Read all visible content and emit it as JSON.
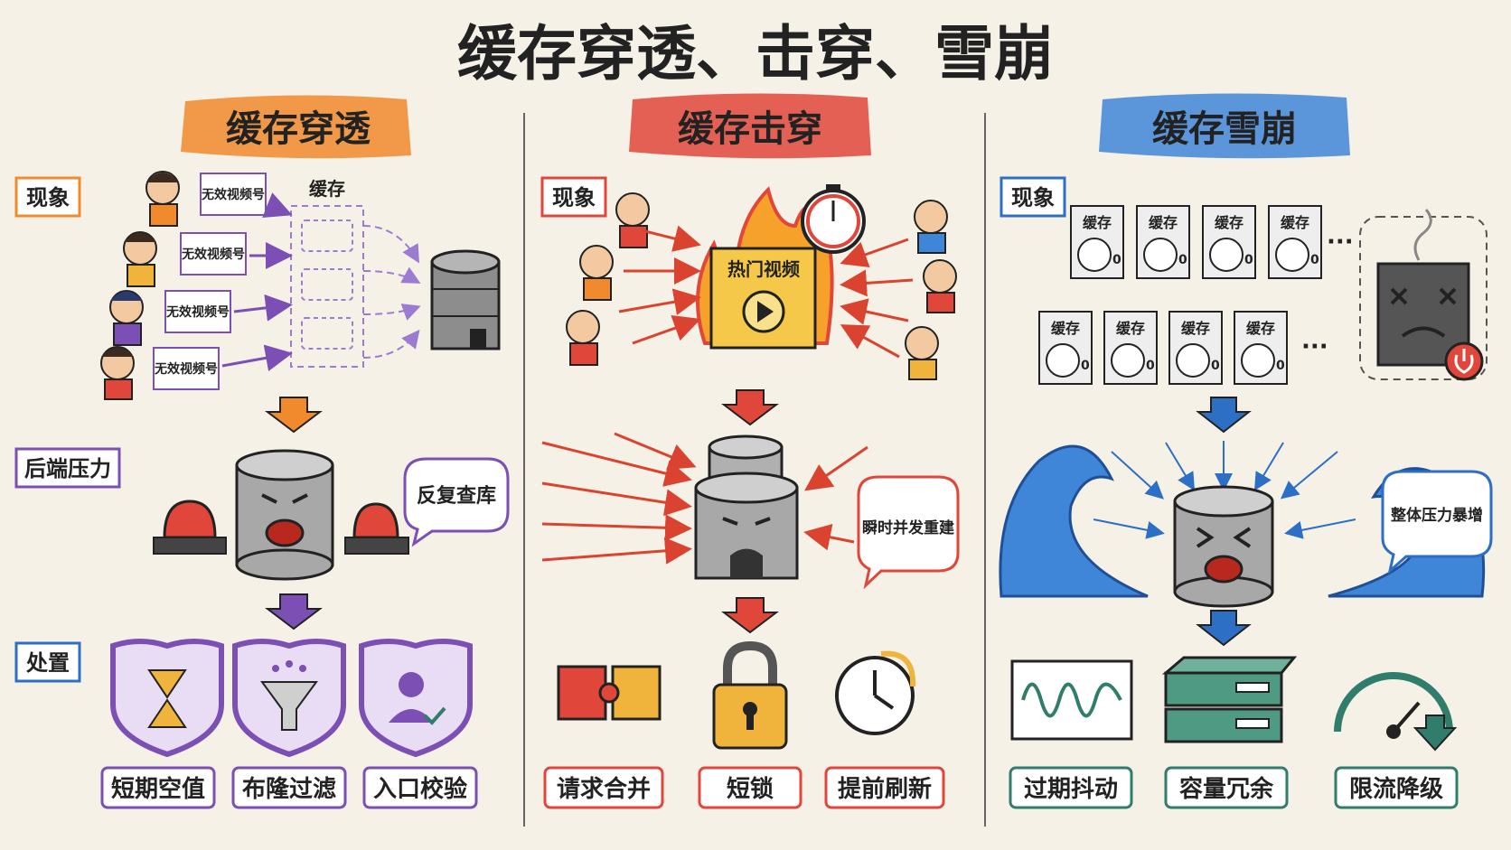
{
  "title": "缓存穿透、击穿、雪崩",
  "colors": {
    "orange": "#f08a2c",
    "red": "#e0473a",
    "blue": "#3f86d8",
    "purple": "#7b4fb3",
    "teal": "#2f7d6a"
  },
  "sections": [
    {
      "heading": "缓存穿透",
      "phenomenon": "现象",
      "invalid_id": "无效视频号",
      "cache_label": "缓存",
      "pressure": "后端压力",
      "bubble": "反复查库",
      "handling": "处置",
      "actions": [
        "短期空值",
        "布隆过滤",
        "入口校验"
      ]
    },
    {
      "heading": "缓存击穿",
      "phenomenon": "现象",
      "hot_label": "热门视频",
      "bubble": "瞬时并发重建",
      "actions": [
        "请求合并",
        "短锁",
        "提前刷新"
      ]
    },
    {
      "heading": "缓存雪崩",
      "phenomenon": "现象",
      "cache_item": "缓存",
      "timer_zero": "0",
      "ellipsis": "···",
      "bubble": "整体压力暴增",
      "actions": [
        "过期抖动",
        "容量冗余",
        "限流降级"
      ]
    }
  ]
}
